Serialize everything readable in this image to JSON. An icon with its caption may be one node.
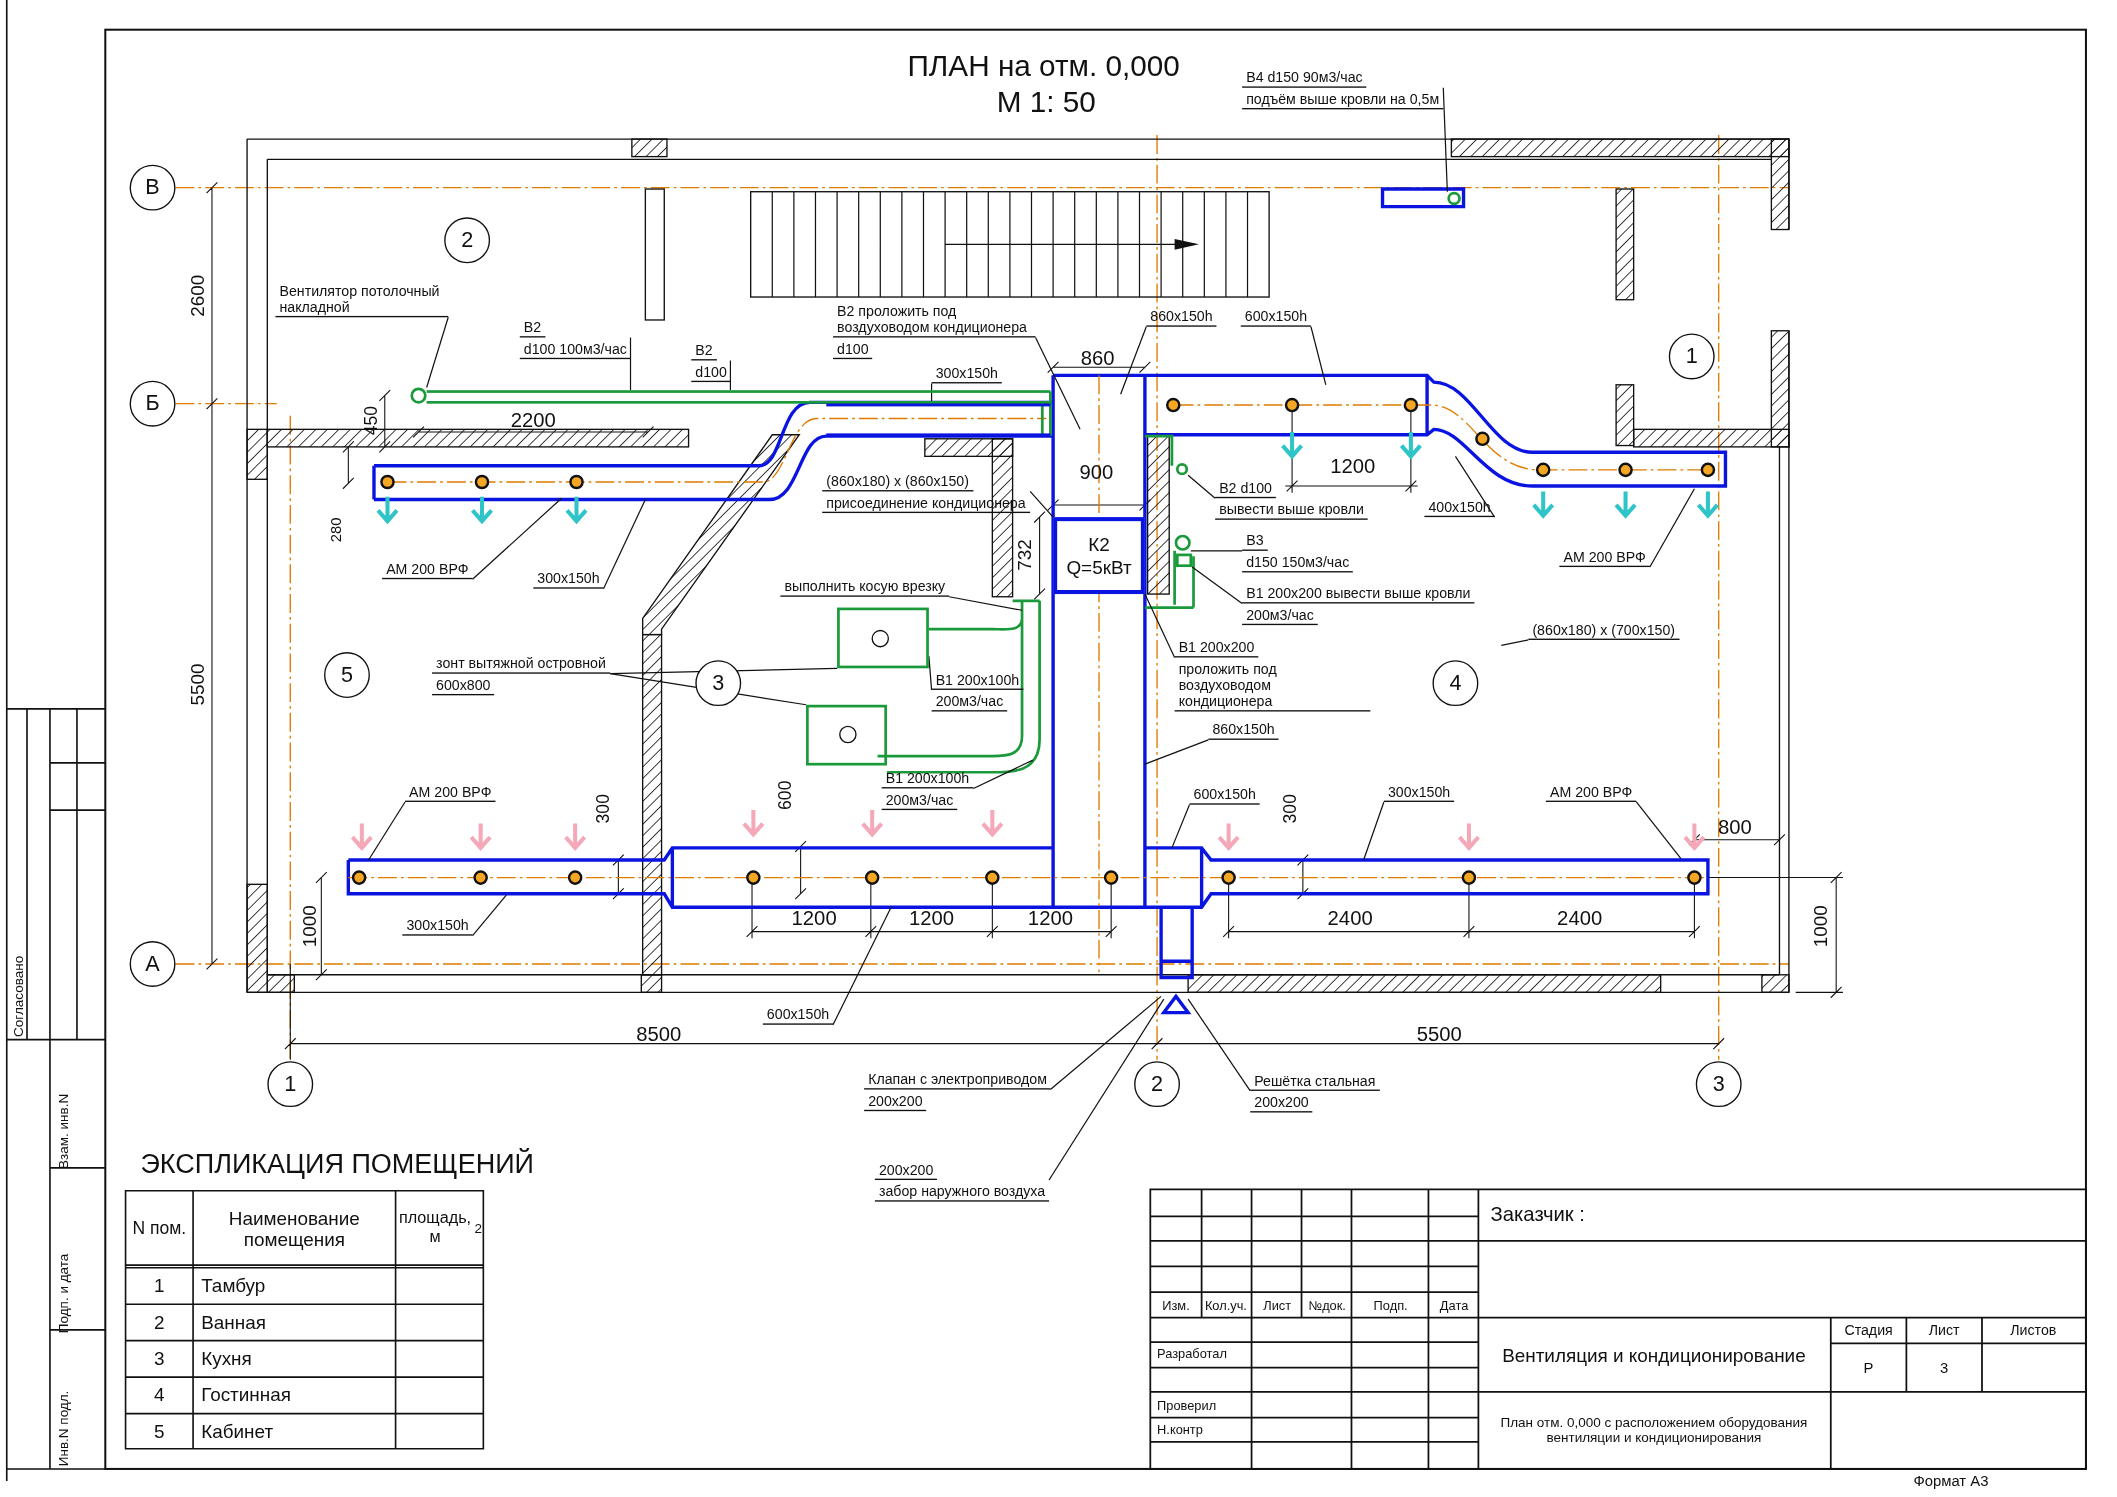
{
  "diagram": {
    "title": "ПЛАН на отм. 0,000",
    "nodes": [
      {
        "text": [
          "Вентилятор потолочный накладной"
        ]
      },
      {
        "text": [
          "В2",
          "d100  100м3/час"
        ]
      },
      {
        "text": [
          "В2",
          "d100"
        ]
      },
      {
        "text": [
          "В2 проложить под воздуховодом кондиционера",
          "d100"
        ]
      },
      {
        "text": [
          "300x150h"
        ]
      },
      {
        "text": [
          "860x150h"
        ]
      },
      {
        "text": [
          "600x150h"
        ]
      },
      {
        "text": [
          "(860x180) x (860x150)",
          "присоединение кондиционера"
        ]
      },
      {
        "text": [
          "АМ 200 ВРФ"
        ]
      },
      {
        "text": [
          "300x150h"
        ]
      },
      {
        "text": [
          "В2 d100",
          "вывести выше кровли"
        ]
      },
      {
        "text": [
          "В3",
          "d150  150м3/час"
        ]
      },
      {
        "text": [
          "В1  200x200 вывести выше кровли",
          "200м3/час"
        ]
      },
      {
        "text": [
          "выполнить косую врезку"
        ]
      },
      {
        "text": [
          "В1  200x100h",
          "200м3/час"
        ]
      },
      {
        "text": [
          "зонт вытяжной островной",
          "600x800"
        ]
      },
      {
        "text": [
          "В1  200x200",
          "проложить под воздуховодом кондиционера"
        ]
      },
      {
        "text": [
          "(860x180) x (700x150)"
        ]
      },
      {
        "text": [
          "860x150h"
        ]
      },
      {
        "text": [
          "В1  200x100h",
          "200м3/час"
        ]
      },
      {
        "text": [
          "АМ 200 ВРФ"
        ]
      },
      {
        "text": [
          "300x150h"
        ]
      },
      {
        "text": [
          "600x150h"
        ]
      },
      {
        "text": [
          "600x150h"
        ]
      },
      {
        "text": [
          "300x150h"
        ]
      },
      {
        "text": [
          "АМ 200 ВРФ"
        ]
      },
      {
        "text": [
          "400x150h"
        ]
      },
      {
        "text": [
          "АМ 200 ВРФ"
        ]
      },
      {
        "text": [
          "В4  d150  90м3/час",
          "подъём выше кровли на 0,5м"
        ]
      },
      {
        "text": [
          "Клапан с электроприводом",
          "200x200"
        ]
      },
      {
        "text": [
          "200x200",
          "забор наружного воздуха"
        ]
      },
      {
        "text": [
          "Решётка стальная",
          "200x200"
        ]
      },
      {
        "text": [
          "К2 Q=5кВт"
        ]
      },
      {
        "text": [],
        "shape": "circle"
      },
      {
        "text": [],
        "shape": "box"
      },
      {
        "text": [],
        "shape": "box"
      },
      {
        "text": [
          "2"
        ]
      },
      {
        "text": [
          "1"
        ]
      },
      {
        "text": [
          "5"
        ]
      },
      {
        "text": [
          "3"
        ]
      },
      {
        "text": [
          "4"
        ]
      },
      {
        "text": [
          "В"
        ]
      },
      {
        "text": [
          "Б"
        ]
      },
      {
        "text": [
          "А"
        ]
      },
      {
        "text": [
          "1"
        ]
      },
      {
        "text": [
          "2"
        ]
      },
      {
        "text": [
          "3"
        ]
      },
      {
        "text": [],
        "shape": "circle"
      },
      {
        "text": [],
        "shape": "circle"
      },
      {
        "text": [],
        "shape": "circle"
      },
      {
        "text": [],
        "shape": "bar"
      },
      {
        "text": [],
        "shape": "bar"
      },
      {
        "text": [],
        "shape": "box"
      }
    ],
    "edges": [
      {
        "from": 0,
        "to": 33,
        "arrow": "none"
      },
      {
        "from": 1,
        "to": 50,
        "arrow": "none"
      },
      {
        "from": 2,
        "to": 50,
        "arrow": "none"
      },
      {
        "from": 3,
        "to": null,
        "arrow": "none"
      },
      {
        "from": 4,
        "to": 51,
        "arrow": "none"
      },
      {
        "from": 5,
        "to": null,
        "arrow": "none"
      },
      {
        "from": 6,
        "to": null,
        "arrow": "none"
      },
      {
        "from": 7,
        "to": 32,
        "arrow": "none"
      },
      {
        "from": 8,
        "to": null,
        "arrow": "none"
      },
      {
        "from": 9,
        "to": null,
        "arrow": "none"
      },
      {
        "from": 10,
        "to": 47,
        "arrow": "none"
      },
      {
        "from": 11,
        "to": 48,
        "arrow": "none"
      },
      {
        "from": 12,
        "to": 52,
        "arrow": "none"
      },
      {
        "from": 13,
        "to": null,
        "arrow": "none"
      },
      {
        "from": 14,
        "to": null,
        "arrow": "none"
      },
      {
        "from": 15,
        "to": 34,
        "arrow": "none"
      },
      {
        "from": 15,
        "to": 35,
        "arrow": "none"
      },
      {
        "from": 16,
        "to": 32,
        "arrow": "none"
      },
      {
        "from": 17,
        "to": null,
        "arrow": "none"
      },
      {
        "from": 18,
        "to": null,
        "arrow": "none"
      },
      {
        "from": 19,
        "to": null,
        "arrow": "none"
      },
      {
        "from": 20,
        "to": null,
        "arrow": "none"
      },
      {
        "from": 21,
        "to": null,
        "arrow": "none"
      },
      {
        "from": 22,
        "to": null,
        "arrow": "none"
      },
      {
        "from": 23,
        "to": null,
        "arrow": "none"
      },
      {
        "from": 24,
        "to": null,
        "arrow": "none"
      },
      {
        "from": 25,
        "to": null,
        "arrow": "none"
      },
      {
        "from": 26,
        "to": null,
        "arrow": "none"
      },
      {
        "from": 27,
        "to": null,
        "arrow": "none"
      },
      {
        "from": 28,
        "to": 49,
        "arrow": "none"
      },
      {
        "from": 29,
        "to": null,
        "arrow": "none"
      },
      {
        "from": 30,
        "to": null,
        "arrow": "none"
      },
      {
        "from": 31,
        "to": null,
        "arrow": "none"
      }
    ],
    "labels": [
      "М 1: 50",
      "2600",
      "5500",
      "450",
      "2200",
      "280",
      "860",
      "900",
      "732",
      "1200",
      "300",
      "600",
      "300",
      "800",
      "1200",
      "1200",
      "1200",
      "2400",
      "2400",
      "1000",
      "1000",
      "8500",
      "5500",
      "ЭКСПЛИКАЦИЯ ПОМЕЩЕНИЙ",
      "N пом.",
      "Наименование помещения",
      "площадь, м$^{2}$",
      "1",
      "Тамбур",
      "2",
      "Ванная",
      "3",
      "Кухня",
      "4",
      "Гостинная",
      "5",
      "Кабинет",
      "Заказчик :",
      "Изм.",
      "Кол.уч.",
      "Лист",
      "№док.",
      "Подп.",
      "Дата",
      "Стадия",
      "Лист",
      "Листов",
      "Разработал",
      "Вентиляция и кондиционирование",
      "Р",
      "3",
      "Проверил",
      "Н.контр",
      "План отм. 0,000 с расположением оборудования вентиляции и кондиционирования",
      "Формат  А3",
      "Согласовано",
      "Взам. инв.N",
      "Подп. и дата",
      "Инв.N подл."
    ]
  }
}
